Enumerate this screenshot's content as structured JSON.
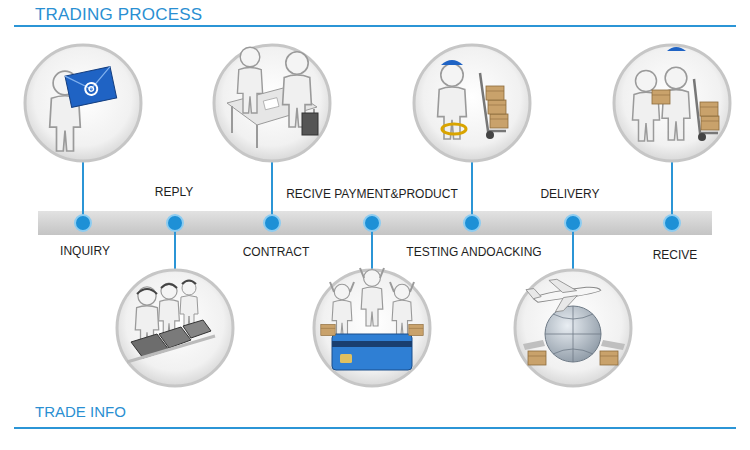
{
  "diagram": {
    "title": "TRADING PROCESS",
    "labels": [
      "INQUIRY",
      "REPLY",
      "CONTRACT",
      "RECIVE PAYMENT&PRODUCT",
      "TESTING ANDOACKING",
      "DELIVERY",
      "RECIVE",
      "TRADE INFO"
    ]
  }
}
